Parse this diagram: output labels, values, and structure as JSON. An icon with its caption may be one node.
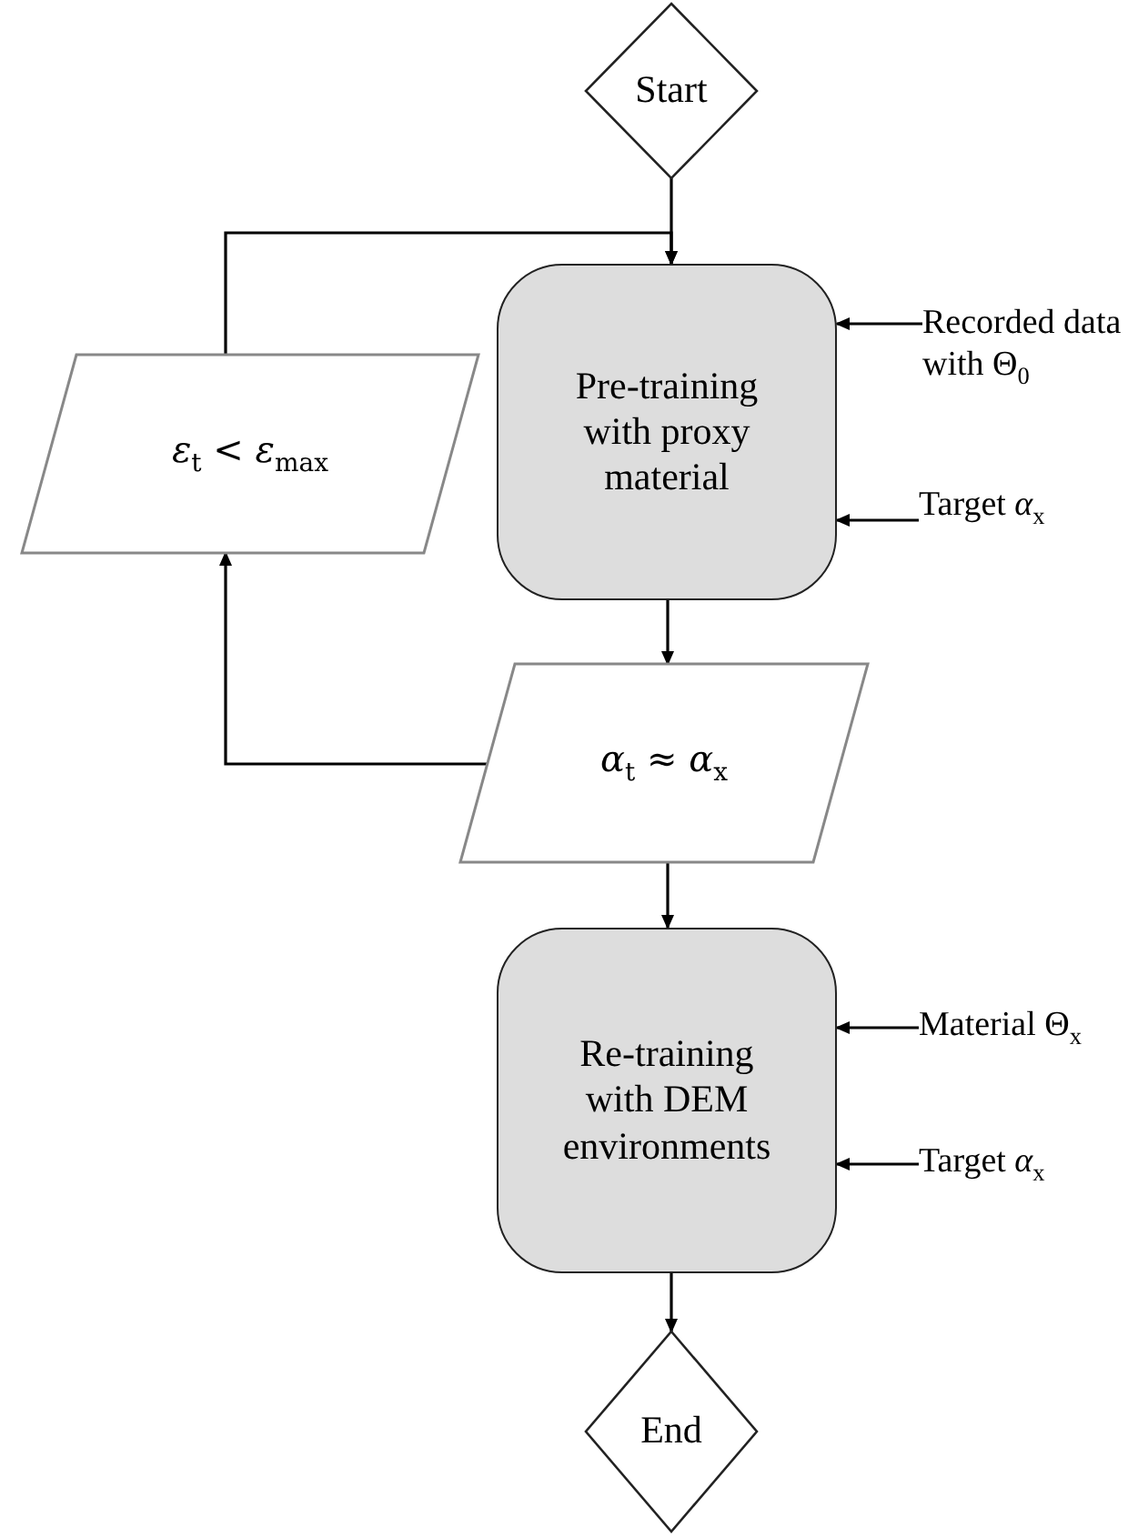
{
  "diagram": {
    "nodes": [
      {
        "text": [
          "Start"
        ]
      },
      {
        "text": [
          "Pre-training with proxy material"
        ]
      },
      {
        "text": [
          "*ε*$_{t}$ < *ε*$_{max}$"
        ]
      },
      {
        "text": [
          "*α*$_{t}$ ≈ *α*$_{x}$"
        ]
      },
      {
        "text": [
          "Re-training with DEM environments"
        ]
      },
      {
        "text": [
          "End"
        ]
      },
      {
        "text": [
          "Recorded data with Θ$_{0}$"
        ]
      },
      {
        "text": [
          "Target *α*$_{x}$"
        ]
      },
      {
        "text": [
          "Material Θ$_{x}$"
        ]
      },
      {
        "text": [
          "Target *α*$_{x}$"
        ]
      }
    ],
    "edges": [
      {
        "from": 0,
        "to": 1,
        "arrow": "to"
      },
      {
        "from": 1,
        "to": 3,
        "arrow": "to"
      },
      {
        "from": 3,
        "to": 2,
        "arrow": "to"
      },
      {
        "from": 2,
        "to": 1,
        "arrow": "to"
      },
      {
        "from": 3,
        "to": 4,
        "arrow": "to"
      },
      {
        "from": 4,
        "to": 5,
        "arrow": "to"
      },
      {
        "from": 6,
        "to": 1,
        "arrow": "to"
      },
      {
        "from": 7,
        "to": 1,
        "arrow": "to"
      },
      {
        "from": 8,
        "to": 4,
        "arrow": "to"
      },
      {
        "from": 9,
        "to": 4,
        "arrow": "to"
      }
    ]
  }
}
